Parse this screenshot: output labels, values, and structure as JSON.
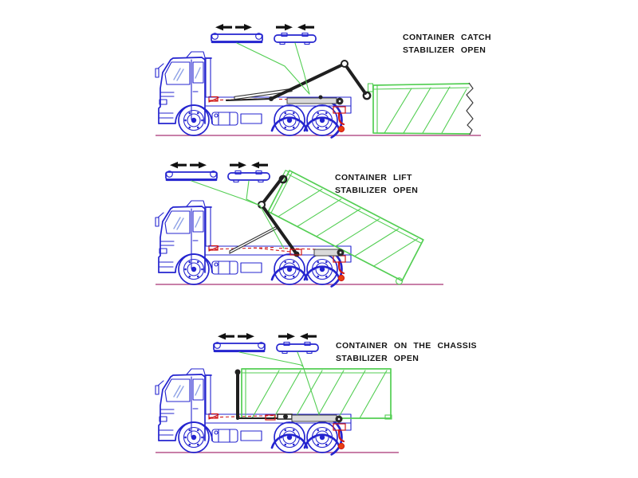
{
  "figure": {
    "name": "hooklift-truck-operation-sequence",
    "background": "#ffffff",
    "colors": {
      "truck_blue": "#2424cf",
      "container_green": "#53ce53",
      "hook_arm_dark": "#1f1f1f",
      "accent_red": "#cf1616",
      "stabilizer_foot_orange": "#e84010",
      "ground_magenta": "#b5558b",
      "label_text": "#151515"
    }
  },
  "controls": {
    "slide_control": {
      "icon": "hook-bar-control-icon",
      "arrow_left": "←",
      "arrow_right": "→",
      "arrows": "outward"
    },
    "clamp_control": {
      "icon": "lift-bar-control-icon",
      "arrow_left": "→",
      "arrow_right": "←",
      "arrows": "inward"
    }
  },
  "panels": [
    {
      "name": "container-catch",
      "label_line1": "CONTAINER CATCH",
      "label_line2": "STABILIZER OPEN",
      "container_state": "on ground, hooked",
      "stabilizer_state": "open"
    },
    {
      "name": "container-lift",
      "label_line1": "CONTAINER LIFT",
      "label_line2": "STABILIZER OPEN",
      "container_state": "tilted, being lifted",
      "stabilizer_state": "open"
    },
    {
      "name": "container-on-the-chassis",
      "label_line1": "CONTAINER ON THE CHASSIS",
      "label_line2": "STABILIZER OPEN",
      "container_state": "loaded on chassis",
      "stabilizer_state": "open"
    }
  ]
}
